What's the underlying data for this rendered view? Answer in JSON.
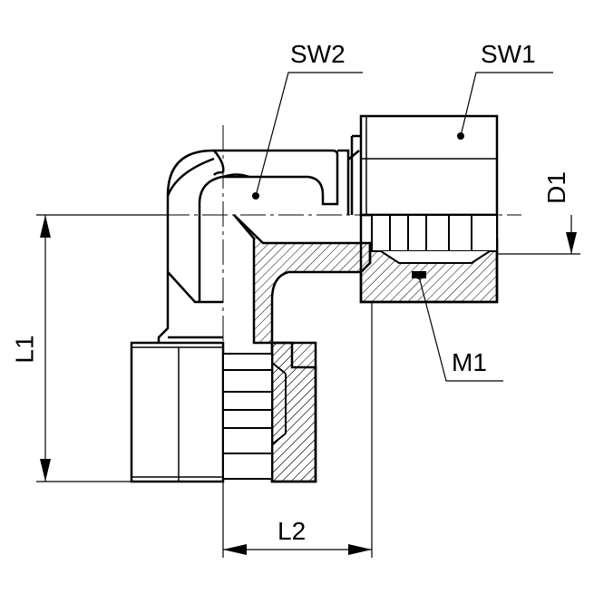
{
  "drawing": {
    "labels": {
      "sw1": "SW1",
      "sw2": "SW2",
      "d1": "D1",
      "m1": "M1",
      "l1": "L1",
      "l2": "L2"
    },
    "colors": {
      "line": "#000000",
      "background": "#ffffff"
    }
  }
}
